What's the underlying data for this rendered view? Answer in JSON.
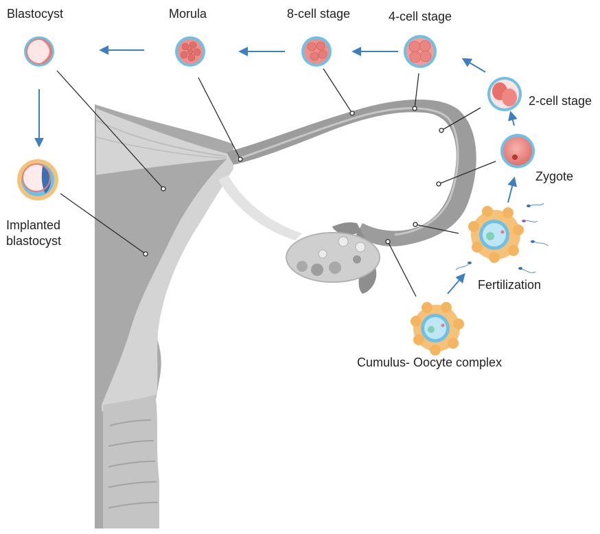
{
  "labels": {
    "blastocyst": "Blastocyst",
    "morula": "Morula",
    "eight_cell": "8-cell stage",
    "four_cell": "4-cell stage",
    "two_cell": "2-cell stage",
    "zygote": "Zygote",
    "implanted_line1": "Implanted",
    "implanted_line2": "blastocyst",
    "fertilization": "Fertilization",
    "coc": "Cumulus- Oocyte complex"
  },
  "colors": {
    "arrow": "#3d7fbf",
    "cell_ring": "#6ec1e4",
    "cell_fill": "#ef8f8c",
    "cumulus": "#f6c27a",
    "uterus_dark": "#a6a6a6",
    "uterus_mid": "#cfcfcf",
    "uterus_light": "#e6e6e6"
  }
}
